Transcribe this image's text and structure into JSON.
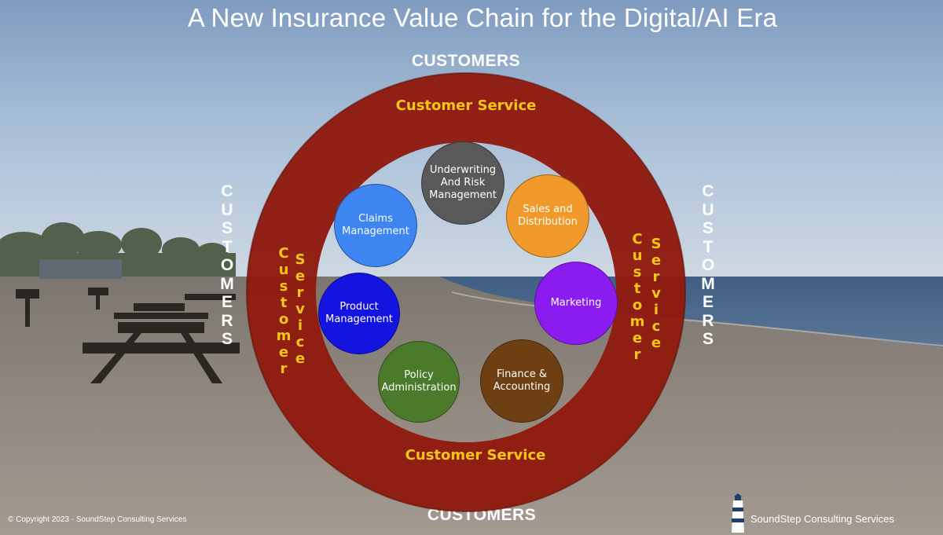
{
  "title": "A New Insurance Value Chain for the Digital/AI Era",
  "customers_label": "CUSTOMERS",
  "customer_service_label": "Customer Service",
  "vertical_customers": [
    "C",
    "U",
    "S",
    "T",
    "O",
    "M",
    "E",
    "R",
    "S"
  ],
  "vertical_customer": [
    "C",
    "u",
    "s",
    "t",
    "o",
    "m",
    "e",
    "r"
  ],
  "vertical_service": [
    "S",
    "e",
    "r",
    "v",
    "i",
    "c",
    "e"
  ],
  "nodes": [
    {
      "label": "Underwriting And Risk Management",
      "color": "#595959"
    },
    {
      "label": "Sales and Distribution",
      "color": "#f19a2b"
    },
    {
      "label": "Marketing",
      "color": "#8b1cf0"
    },
    {
      "label": "Finance & Accounting",
      "color": "#6e3f13"
    },
    {
      "label": "Policy Administration",
      "color": "#4a7a2a"
    },
    {
      "label": "Product Management",
      "color": "#1414e0"
    },
    {
      "label": "Claims Management",
      "color": "#3d86f2"
    }
  ],
  "colors": {
    "ring": "#8f1b10",
    "service_text": "#f5c518",
    "customers_text": "#ffffff"
  },
  "footer": {
    "copyright": "© Copyright 2023 - SoundStep Consulting Services",
    "brand": "SoundStep Consulting Services"
  },
  "icons": {
    "logo": "lighthouse-icon"
  }
}
